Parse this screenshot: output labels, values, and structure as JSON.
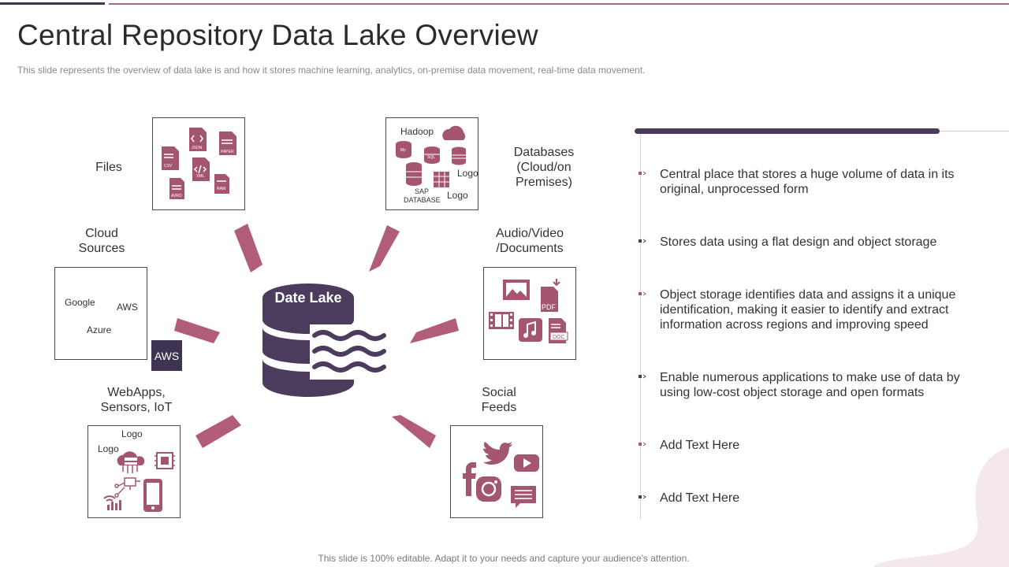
{
  "title": "Central Repository Data Lake Overview",
  "subtitle": "This slide represents the overview  of data lake is and how it stores machine learning,  analytics, on-premise  data movement,  real-time data movement.",
  "footer": "This slide is 100% editable. Adapt it to your needs and capture your audience's attention.",
  "center": {
    "label": "Date Lake"
  },
  "sources": {
    "files": {
      "label": "Files",
      "icons": [
        "csv-file-icon",
        "json-file-icon",
        "paper-file-icon",
        "xml-file-icon",
        "raw-file-icon",
        "avro-file-icon"
      ],
      "tags": [
        "CSV",
        "JSON",
        "PAPER",
        "XML",
        "RAW",
        "AVRO"
      ]
    },
    "databases": {
      "label": "Databases (Cloud/on Premises)",
      "hadoop": "Hadoop",
      "my": "My",
      "sql": "SQL",
      "logo1": "Logo",
      "logo2": "Logo",
      "sap": "SAP",
      "sap_db": "DATABASE"
    },
    "cloud": {
      "label": "Cloud Sources",
      "google": "Google",
      "aws": "AWS",
      "azure": "Azure",
      "aws_badge": "AWS"
    },
    "media": {
      "label": "Audio/Video /Documents",
      "pdf": "PDF",
      "doc": "DOC"
    },
    "webapps": {
      "label": "WebApps, Sensors, IoT",
      "logo1": "Logo",
      "logo2": "Logo"
    },
    "social": {
      "label": "Social Feeds"
    }
  },
  "points": [
    "Central place that stores a huge volume of data in its original, unprocessed form",
    "Stores data using a flat design and object storage",
    "Object storage identifies data and assigns it a unique identification, making it easier to identify and extract information across regions and improving speed",
    "Enable numerous applications to make use of data by using low-cost object storage and open formats",
    "Add Text Here",
    "Add Text Here"
  ],
  "colors": {
    "accent": "#a5566f",
    "dark": "#4b3c5e",
    "arrow": "#b15d78"
  }
}
